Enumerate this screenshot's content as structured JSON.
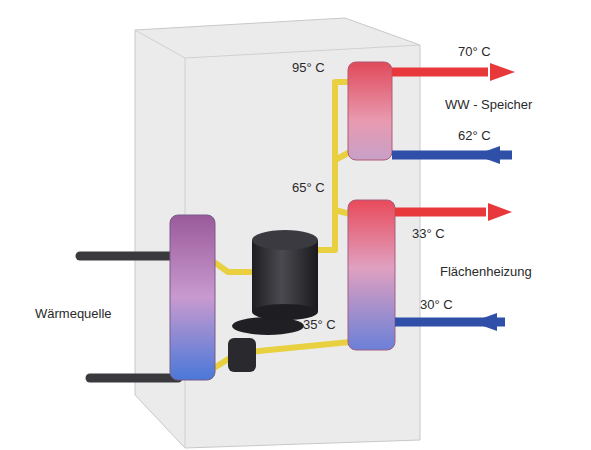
{
  "diagram": {
    "labels": [
      "95° C",
      "70° C",
      "WW - Speicher",
      "62° C",
      "65° C",
      "33° C",
      "Flächenheizung",
      "35° C",
      "30° C",
      "Wärmequelle"
    ]
  }
}
